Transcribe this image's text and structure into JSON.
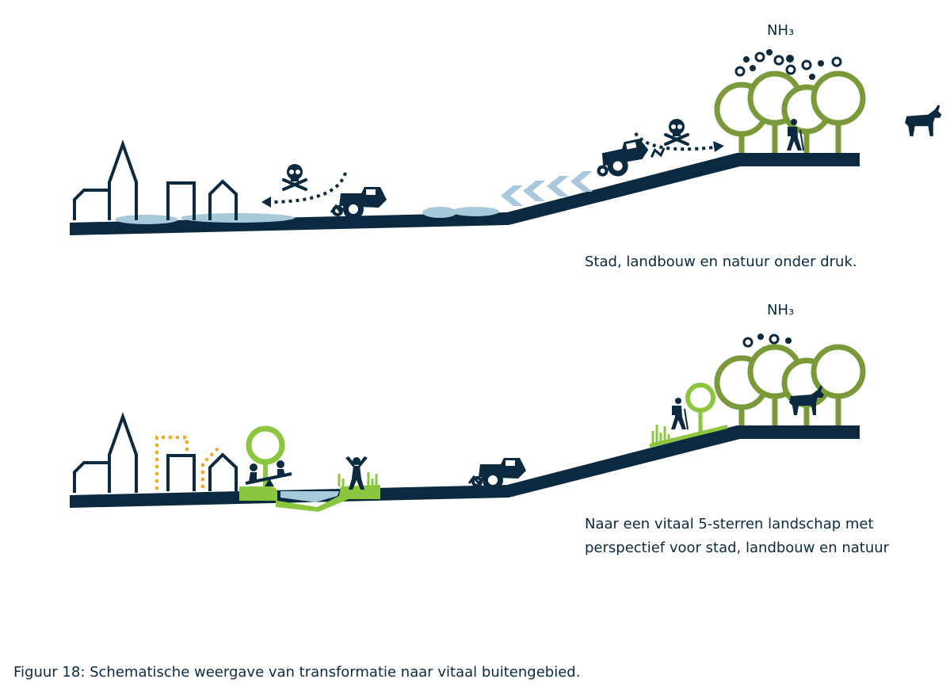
{
  "panels": {
    "top": {
      "nh3_label": "NH₃",
      "caption": "Stad, landbouw en natuur onder druk."
    },
    "bottom": {
      "nh3_label": "NH₃",
      "caption_line1": "Naar een vitaal 5-sterren landschap met",
      "caption_line2": "perspectief voor stad, landbouw en natuur"
    }
  },
  "figure_caption": "Figuur 18: Schematische weergave van transformatie naar vitaal buitengebied.",
  "colors": {
    "navy": "#0b2a40",
    "tree_green": "#7a9a3a",
    "lime": "#8cc63f",
    "water": "#a8c8dc",
    "orange": "#f5a623"
  }
}
